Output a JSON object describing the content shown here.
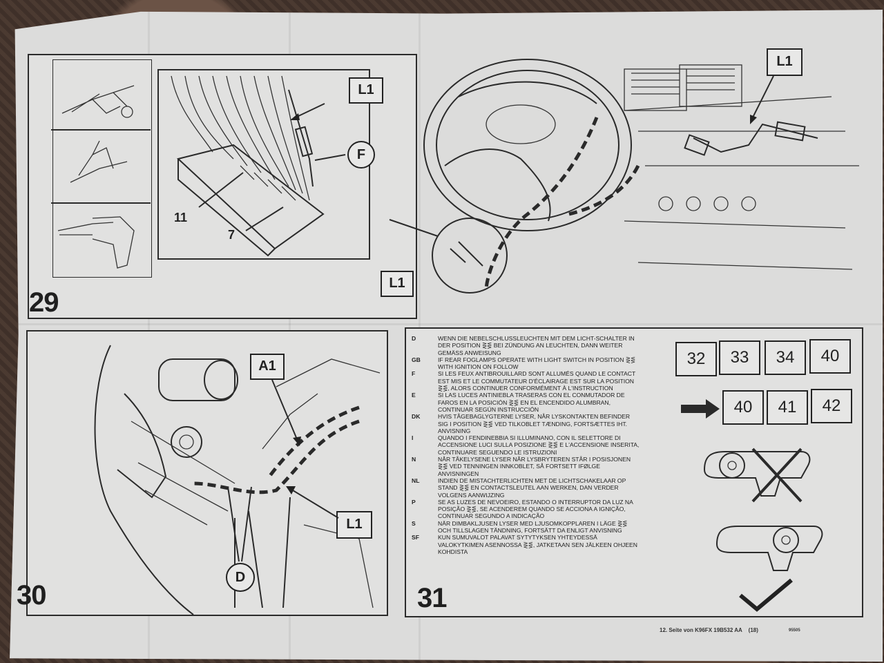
{
  "panel29": {
    "number": "29",
    "label_top": "L1",
    "label_f": "F",
    "callout_11": "11",
    "callout_7": "7",
    "label_bottom": "L1",
    "label_dash": "L1"
  },
  "panel30": {
    "number": "30",
    "label_a1": "A1",
    "label_l1": "L1",
    "label_d": "D"
  },
  "panel31": {
    "number": "31",
    "instructions": [
      {
        "lang": "D",
        "text": "Wenn die Nebelschlußleuchten mit dem Licht-schalter in der Position ⋛⋚ bei Zündung an leuchten, dann weiter gemäss Anweisung"
      },
      {
        "lang": "GB",
        "text": "If rear foglamps operate with light switch in position ⋛⋚ with ignition on follow"
      },
      {
        "lang": "F",
        "text": "Si les feux antibrouillard sont allumés quand le contact est mis et le commutateur d'éclairage est sur la position ⋛⋚, alors continuer conformément à l'instruction"
      },
      {
        "lang": "E",
        "text": "Si las luces antiniebla traseras con el conmutador de faros en la posición ⋛⋚ en el encendido alumbran, continuar según instrucción"
      },
      {
        "lang": "DK",
        "text": "Hvis tågebaglygterne lyser, når lyskontakten befinder sig i position ⋛⋚ ved tilkoblet tænding, fortsættes iht. anvisning"
      },
      {
        "lang": "I",
        "text": "Quando i fendinebbia si illuminano, con il selettore di accensione luci sulla posizione ⋛⋚ e l'accensione inserita, continuare seguendo le istruzioni"
      },
      {
        "lang": "N",
        "text": "Når tåkelysene lyser når lysbryteren står i posisjonen ⋛⋚ ved tenningen innkoblet, så fortsett ifølge anvisningen"
      },
      {
        "lang": "NL",
        "text": "Indien de mistachterlichten met de lichtschakelaar op stand ⋛⋚ en contactsleutel aan werken, dan verder volgens aanwijzing"
      },
      {
        "lang": "P",
        "text": "Se as luzes de nevoeiro, estando o interruptor da luz na posição ⋛⋚, se acenderem quando se acciona a ignição, continuar segundo a indicação"
      },
      {
        "lang": "S",
        "text": "När dimbakljusen lyser med ljusomkopplaren i läge ⋛⋚ och tillslagen tändning, fortsätt da enligt anvisning"
      },
      {
        "lang": "SF",
        "text": "Kun sumuvalot palavat sytytyksen yhteydessä valokytkimen asennossa ⋛⋚, jatketaan sen jälkeen ohjeen kohdista"
      }
    ],
    "steps_row1": [
      "32",
      "33",
      "34",
      "40"
    ],
    "steps_row2": [
      "40",
      "41",
      "42"
    ]
  },
  "footer": {
    "page_ref": "12. Seite von K96FX 19B532 AA",
    "page_count": "(18)",
    "code": "95505"
  }
}
